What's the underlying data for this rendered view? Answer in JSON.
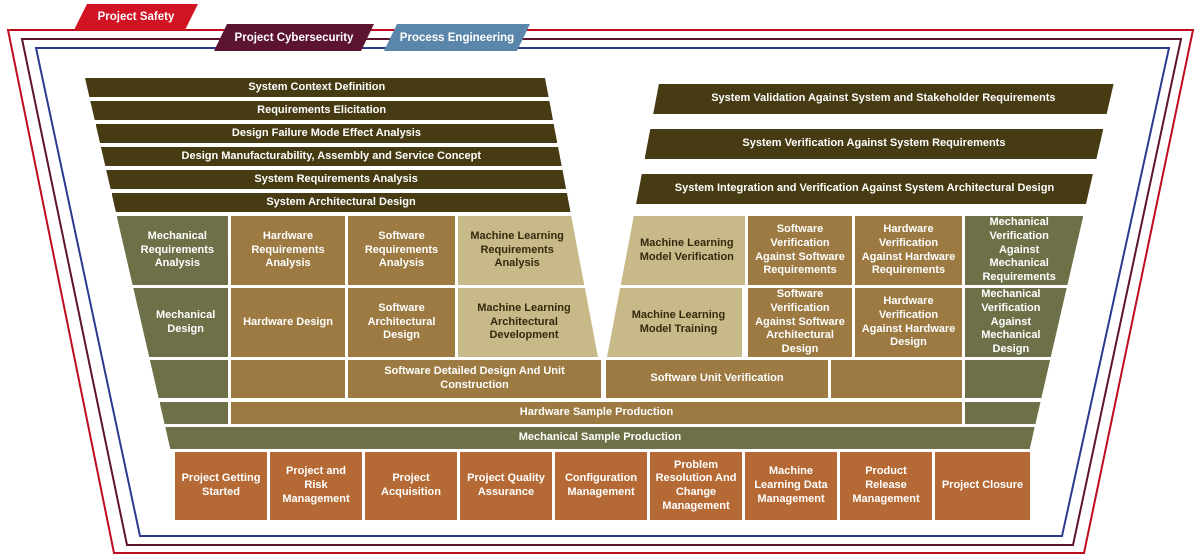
{
  "palette": {
    "frame-red": "#c00d1e",
    "frame-maroon": "#5c1432",
    "frame-blue": "#2b3a8f",
    "tab-red": "#d01424",
    "tab-maroon": "#5c1432",
    "tab-blue": "#5b86ab",
    "dark": "#463b12",
    "olive": "#6e7048",
    "brown": "#9c7a42",
    "tan": "#c8ba88",
    "tan-text": "#332a0e",
    "orange": "#b56a35"
  },
  "tabs": [
    {
      "label": "Project Safety"
    },
    {
      "label": "Project Cybersecurity"
    },
    {
      "label": "Process Engineering"
    }
  ],
  "left_bars": [
    "System Context Definition",
    "Requirements Elicitation",
    "Design Failure Mode Effect Analysis",
    "Design Manufacturability, Assembly and Service Concept",
    "System Requirements Analysis",
    "System Architectural Design"
  ],
  "right_bars": [
    "System Validation Against System and Stakeholder Requirements",
    "System Verification Against System Requirements",
    "System Integration and Verification Against System Architectural Design"
  ],
  "row_requirements": {
    "left": [
      "Mechanical Requirements Analysis",
      "Hardware Requirements Analysis",
      "Software Requirements Analysis",
      "Machine Learning Requirements Analysis"
    ],
    "right": [
      "Machine Learning Model Verification",
      "Software Verification Against Software Requirements",
      "Hardware Verification Against Hardware Requirements",
      "Mechanical Verification Against Mechanical Requirements"
    ]
  },
  "row_design": {
    "left": [
      "Mechanical Design",
      "Hardware Design",
      "Software Architectural Design",
      "Machine Learning Architectural Development"
    ],
    "right": [
      "Machine Learning Model Training",
      "Software Verification Against Software Architectural Design",
      "Hardware Verification Against Hardware Design",
      "Mechanical Verification Against Mechanical Design"
    ]
  },
  "row_unit": [
    "Software Detailed Design And Unit Construction",
    "Software Unit Verification"
  ],
  "hardware_sample": "Hardware Sample Production",
  "mechanical_sample": "Mechanical Sample Production",
  "bottom_row": [
    "Project Getting Started",
    "Project and Risk Management",
    "Project Acquisition",
    "Project Quality Assurance",
    "Configuration Management",
    "Problem Resolution And Change Management",
    "Machine Learning Data Management",
    "Product Release Management",
    "Project Closure"
  ]
}
